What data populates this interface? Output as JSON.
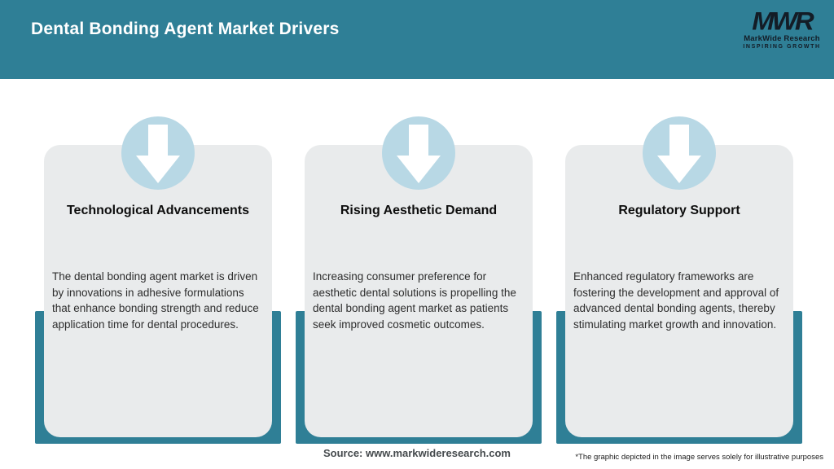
{
  "header": {
    "title": "Dental Bonding Agent Market Drivers",
    "logo": {
      "monogram": "MWR",
      "name": "MarkWide Research",
      "tagline": "INSPIRING GROWTH"
    }
  },
  "cards": [
    {
      "icon": "down-arrow-icon",
      "title": "Technological Advancements",
      "body": "The dental bonding agent market is driven by innovations in adhesive formulations that enhance bonding strength and reduce application time for dental procedures."
    },
    {
      "icon": "down-arrow-icon",
      "title": "Rising Aesthetic Demand",
      "body": "Increasing consumer preference for aesthetic dental solutions is propelling the dental bonding agent market as patients seek improved cosmetic outcomes."
    },
    {
      "icon": "down-arrow-icon",
      "title": "Regulatory Support",
      "body": "Enhanced regulatory frameworks are fostering the development and approval of advanced dental bonding agents, thereby stimulating market growth and innovation."
    }
  ],
  "footer": {
    "source": "Source: www.markwideresearch.com",
    "disclaimer": "*The graphic depicted in the image serves solely for illustrative purposes"
  },
  "colors": {
    "header_teal": "#2f7f96",
    "tray_teal": "#2f7f96",
    "icon_circle_blue": "#b8d8e5",
    "card_gray": "#e9ebec",
    "title_text": "#0e0e0e",
    "body_text": "#2d2d2d",
    "logo_navy": "#131c26"
  }
}
